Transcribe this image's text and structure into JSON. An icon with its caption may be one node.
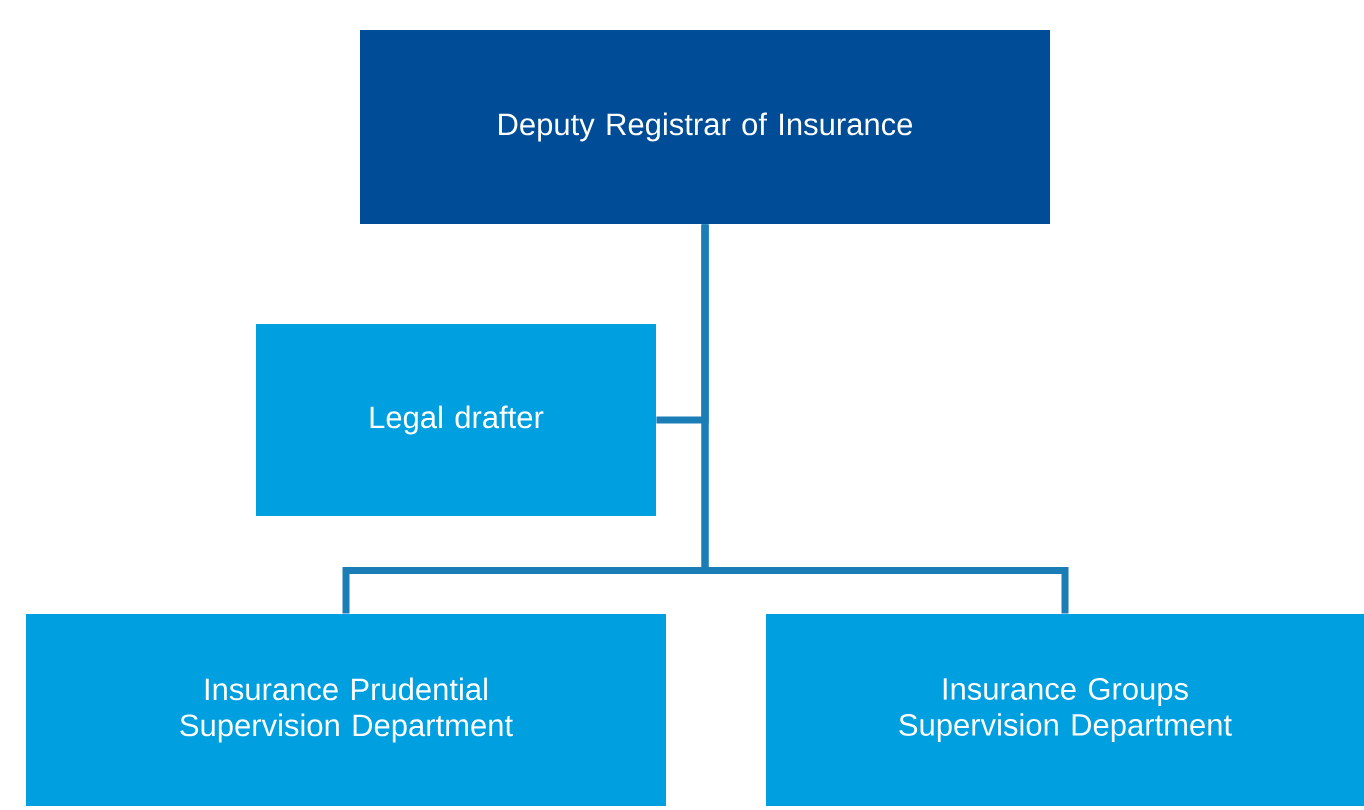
{
  "diagram": {
    "nodes": [
      {
        "text": [
          "Deputy Registrar of Insurance"
        ]
      },
      {
        "text": [
          "Legal drafter"
        ]
      },
      {
        "text": [
          "Insurance Prudential Supervision Department"
        ]
      },
      {
        "text": [
          "Insurance Groups Supervision Department"
        ]
      }
    ],
    "edges": [
      {
        "from": 0,
        "to": 1,
        "arrow": "none"
      },
      {
        "from": 0,
        "to": 2,
        "arrow": "none"
      },
      {
        "from": 0,
        "to": 3,
        "arrow": "none"
      }
    ]
  }
}
